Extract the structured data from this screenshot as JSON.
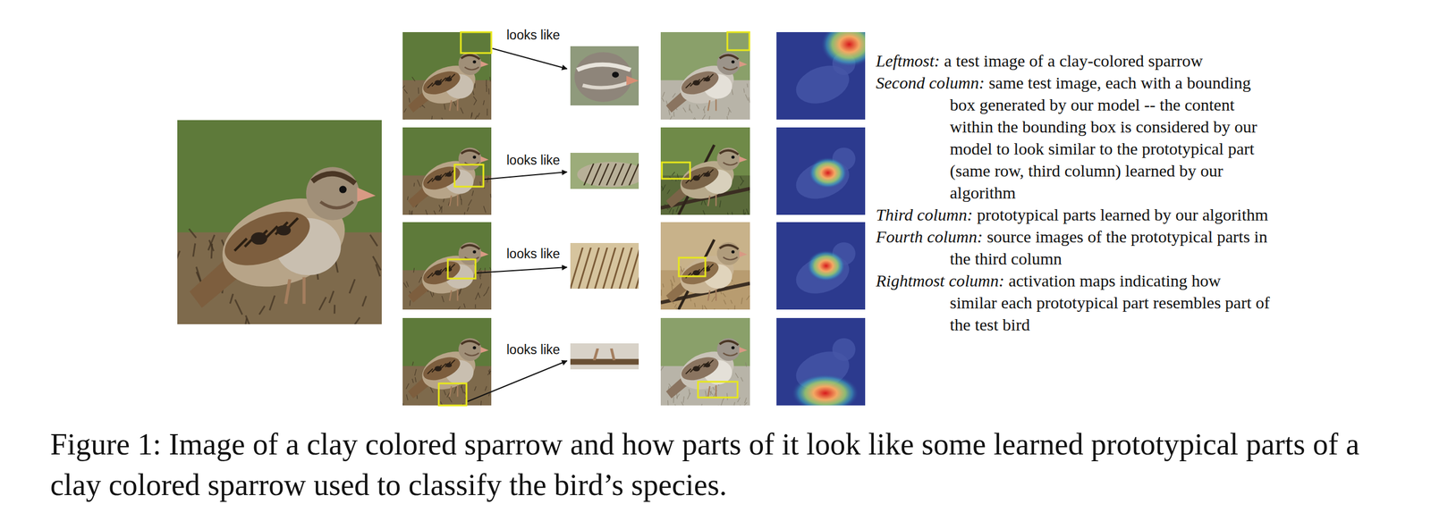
{
  "diagram": {
    "caption": "Figure 1: Image of a clay colored sparrow and how parts of it look like some learned prototypical parts of a clay colored sparrow used to classify the bird’s species.",
    "labels": [
      "looks like",
      "looks like",
      "looks like",
      "looks like",
      "Leftmost:",
      "a test image of a clay-colored sparrow",
      "Second column:",
      "same test image, each with a bounding box generated by our model -- the content within the bounding box is considered by our model to look similar to the prototypical part (same row, third column) learned by our algorithm",
      "Third column:",
      "prototypical parts learned by our algorithm",
      "Fourth column:",
      "source images of the prototypical parts in the third column",
      "Rightmost column:",
      "activation maps indicating how similar each prototypical part resembles part of the test bird"
    ]
  }
}
